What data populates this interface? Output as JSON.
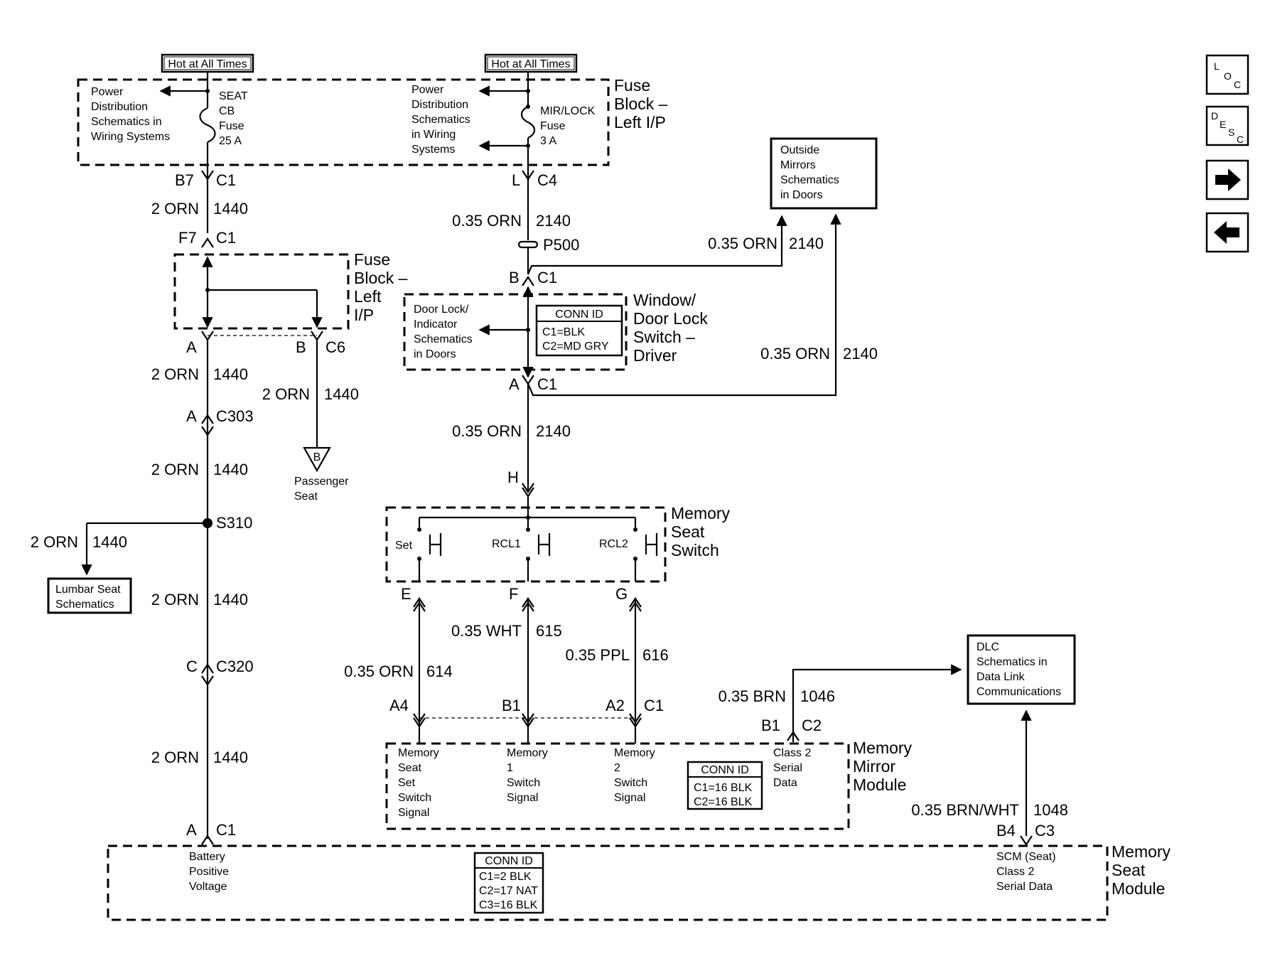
{
  "hot_labels": [
    "Hot at All Times",
    "Hot at All Times"
  ],
  "power_dist_left": [
    "Power",
    "Distribution",
    "Schematics in",
    "Wiring Systems"
  ],
  "power_dist_right": [
    "Power",
    "Distribution",
    "Schematics",
    "in Wiring",
    "Systems"
  ],
  "seat_fuse": [
    "SEAT",
    "CB",
    "Fuse",
    "25 A"
  ],
  "mir_fuse": [
    "MIR/LOCK",
    "Fuse",
    "3 A"
  ],
  "fuse_block_1": [
    "Fuse",
    "Block –",
    "Left I/P"
  ],
  "fuse_block_2": [
    "Fuse",
    "Block –",
    "Left",
    "I/P"
  ],
  "conn": {
    "b7": "B7",
    "c1": "C1",
    "l": "L",
    "c4": "C4",
    "f7": "F7",
    "b": "B",
    "a": "A",
    "c6": "C6",
    "c303": "C303",
    "s310": "S310",
    "c": "C",
    "c320": "C320",
    "p500": "P500",
    "h": "H",
    "e": "E",
    "f": "F",
    "g": "G",
    "a4": "A4",
    "b1": "B1",
    "a2": "A2",
    "c2": "C2",
    "b4": "B4",
    "c3": "C3"
  },
  "wires": {
    "orn2": "2 ORN",
    "c1440": "1440",
    "orn035": "0.35 ORN",
    "c2140": "2140",
    "wht": "0.35 WHT",
    "c615": "615",
    "ppl": "0.35 PPL",
    "c616": "616",
    "c614": "614",
    "brn": "0.35 BRN",
    "c1046": "1046",
    "brnwht": "0.35 BRN/WHT",
    "c1048": "1048"
  },
  "outside_mirrors": [
    "Outside",
    "Mirrors",
    "Schematics",
    "in Doors"
  ],
  "door_lock": [
    "Door Lock/",
    "Indicator",
    "Schematics",
    "in Doors"
  ],
  "conn_id_title": "CONN ID",
  "switch_conn": [
    "C1=BLK",
    "C2=MD GRY"
  ],
  "window_switch": [
    "Window/",
    "Door Lock",
    "Switch –",
    "Driver"
  ],
  "passenger_seat": [
    "Passenger",
    "Seat"
  ],
  "offpage_b": "B",
  "lumbar": [
    "Lumbar Seat",
    "Schematics"
  ],
  "memory_seat_switch": [
    "Memory",
    "Seat",
    "Switch"
  ],
  "switch_labels": [
    "Set",
    "RCL1",
    "RCL2"
  ],
  "dlc": [
    "DLC",
    "Schematics in",
    "Data Link",
    "Communications"
  ],
  "mirror_signals": {
    "set": [
      "Memory",
      "Seat",
      "Set",
      "Switch",
      "Signal"
    ],
    "mem1": [
      "Memory",
      "1",
      "Switch",
      "Signal"
    ],
    "mem2": [
      "Memory",
      "2",
      "Switch",
      "Signal"
    ],
    "class2": [
      "Class 2",
      "Serial",
      "Data"
    ]
  },
  "mirror_conn": [
    "C1=16 BLK",
    "C2=16 BLK"
  ],
  "memory_mirror_module": [
    "Memory",
    "Mirror",
    "Module"
  ],
  "battery": [
    "Battery",
    "Positive",
    "Voltage"
  ],
  "seat_module_conn": [
    "C1=2 BLK",
    "C2=17 NAT",
    "C3=16 BLK"
  ],
  "scm": [
    "SCM (Seat)",
    "Class 2",
    "Serial Data"
  ],
  "memory_seat_module": [
    "Memory",
    "Seat",
    "Module"
  ],
  "nav": {
    "loc": [
      "L",
      "O",
      "C"
    ],
    "desc": [
      "D",
      "E",
      "S",
      "C"
    ]
  }
}
